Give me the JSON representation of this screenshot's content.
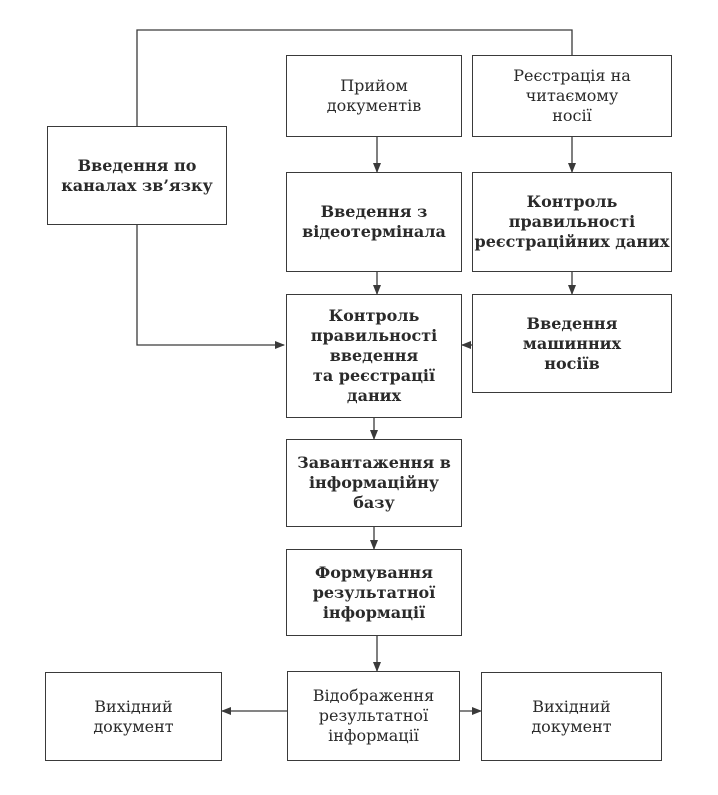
{
  "nodes": {
    "intake": "Прийом\nдокументів",
    "registration": "Реєстрація на\nчитаємому\nносії",
    "channel_input": "Введення по\nканалах зв’язку",
    "terminal_input": "Введення з\nвідеотермінала",
    "registration_check": "Контроль\nправильності\nреєстраційних даних",
    "machine_input": "Введення\nмашинних\nносіїв",
    "input_check": "Контроль\nправильності\nвведення\nта реєстрації\nданих",
    "loading": "Завантаження в\nінформаційну\nбазу",
    "forming": "Формування\nрезультатної\nінформації",
    "display": "Відображення\nрезультатної\nінформації",
    "output_left": "Вихідний\nдокумент",
    "output_right": "Вихідний\nдокумент"
  },
  "colors": {
    "line": "#3a3a3a",
    "text": "#2a2a2a"
  }
}
